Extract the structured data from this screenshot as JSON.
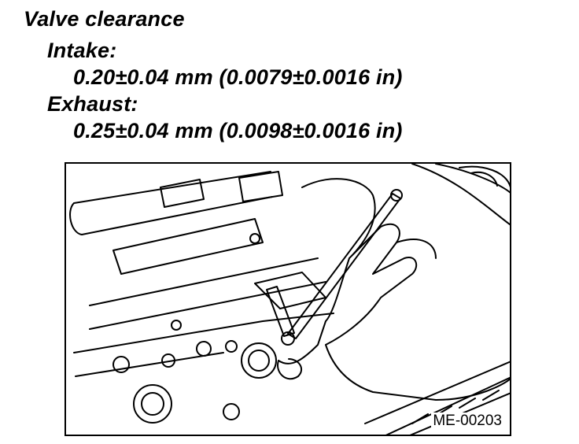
{
  "spec": {
    "title": "Valve clearance",
    "intake_label": "Intake:",
    "intake_value": "0.20±0.04 mm (0.0079±0.0016 in)",
    "exhaust_label": "Exhaust:",
    "exhaust_value": "0.25±0.04 mm (0.0098±0.0016 in)"
  },
  "figure": {
    "code": "ME-00203"
  }
}
